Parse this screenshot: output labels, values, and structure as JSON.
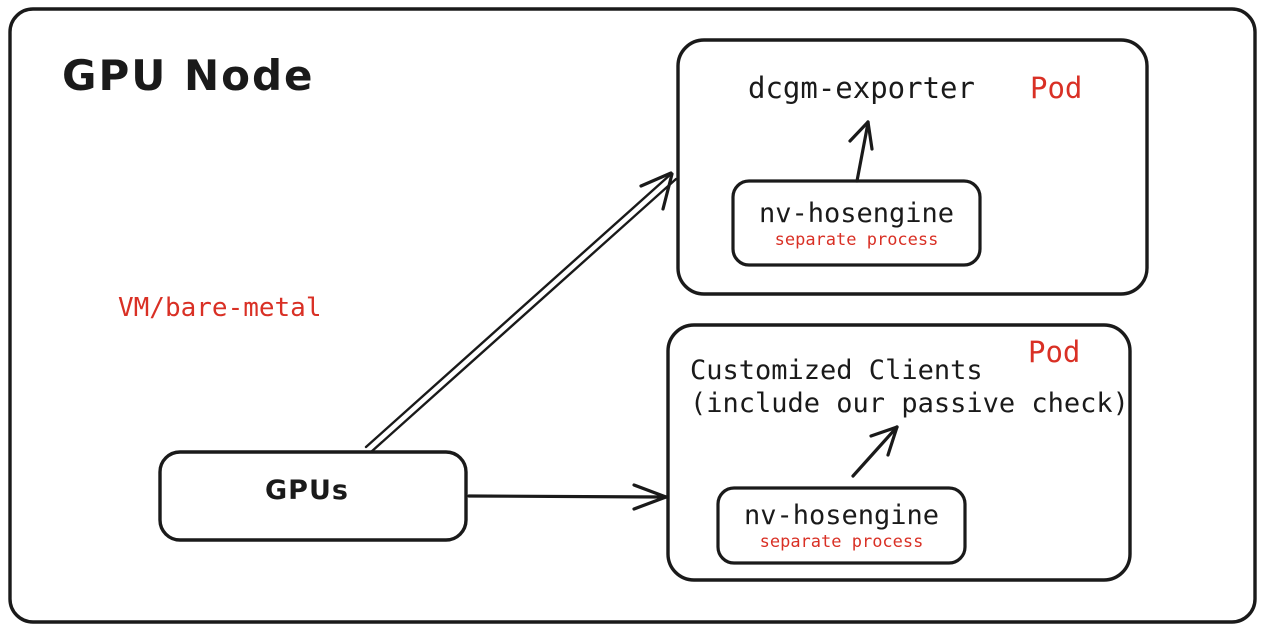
{
  "diagram": {
    "title": "GPU Node",
    "background_color": "#ffffff",
    "stroke_color": "#1a1a1a",
    "accent_color": "#d93025",
    "host_label": "VM/bare-metal",
    "gpus": {
      "label": "GPUs"
    },
    "pods": [
      {
        "badge": "Pod",
        "title": "dcgm-exporter",
        "subtitle": "",
        "process": {
          "name": "nv-hosengine",
          "note": "separate process"
        }
      },
      {
        "badge": "Pod",
        "title": "Customized Clients",
        "subtitle": "(include our passive check)",
        "process": {
          "name": "nv-hosengine",
          "note": "separate process"
        }
      }
    ],
    "connections": [
      {
        "from": "GPUs",
        "to": "dcgm-exporter pod",
        "style": "double-line-arrow"
      },
      {
        "from": "GPUs",
        "to": "Customized Clients pod",
        "style": "single-line-arrow"
      },
      {
        "from": "nv-hosengine",
        "to": "dcgm-exporter",
        "style": "arrow-up"
      },
      {
        "from": "nv-hosengine",
        "to": "passive check",
        "style": "arrow-up-right"
      }
    ]
  }
}
